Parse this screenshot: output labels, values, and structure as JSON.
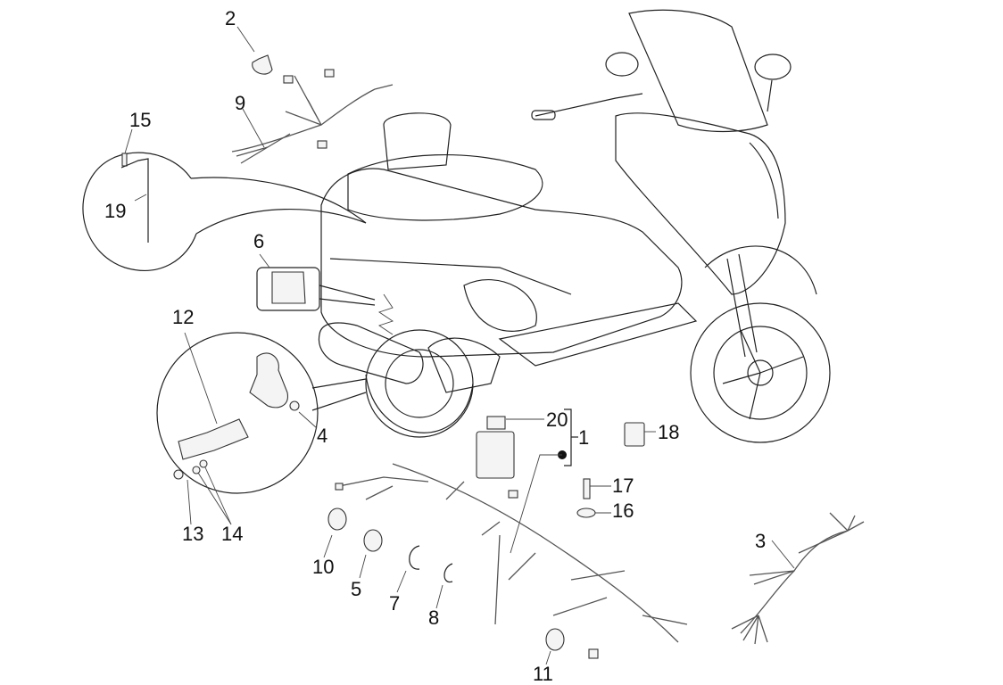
{
  "diagram": {
    "type": "exploded-parts-diagram",
    "subject": "Scooter electrical wiring harness",
    "callouts": [
      {
        "id": "1",
        "label": "1",
        "part": "main-wiring-harness-kit"
      },
      {
        "id": "2",
        "label": "2",
        "part": "cable-clip"
      },
      {
        "id": "3",
        "label": "3",
        "part": "rear-wiring-harness"
      },
      {
        "id": "4",
        "label": "4",
        "part": "nut"
      },
      {
        "id": "5",
        "label": "5",
        "part": "cable-clamp"
      },
      {
        "id": "6",
        "label": "6",
        "part": "rubber-cover"
      },
      {
        "id": "7",
        "label": "7",
        "part": "clamp-ring"
      },
      {
        "id": "8",
        "label": "8",
        "part": "small-clamp-ring"
      },
      {
        "id": "9",
        "label": "9",
        "part": "front-wiring-harness"
      },
      {
        "id": "10",
        "label": "10",
        "part": "cable-clamp"
      },
      {
        "id": "11",
        "label": "11",
        "part": "cable-clip"
      },
      {
        "id": "12",
        "label": "12",
        "part": "sensor"
      },
      {
        "id": "13",
        "label": "13",
        "part": "screw"
      },
      {
        "id": "14",
        "label": "14",
        "part": "washer"
      },
      {
        "id": "15",
        "label": "15",
        "part": "screw"
      },
      {
        "id": "16",
        "label": "16",
        "part": "washer"
      },
      {
        "id": "17",
        "label": "17",
        "part": "bolt"
      },
      {
        "id": "18",
        "label": "18",
        "part": "bracket"
      },
      {
        "id": "19",
        "label": "19",
        "part": "ground-cable"
      },
      {
        "id": "20",
        "label": "20",
        "part": "fuse"
      }
    ]
  }
}
